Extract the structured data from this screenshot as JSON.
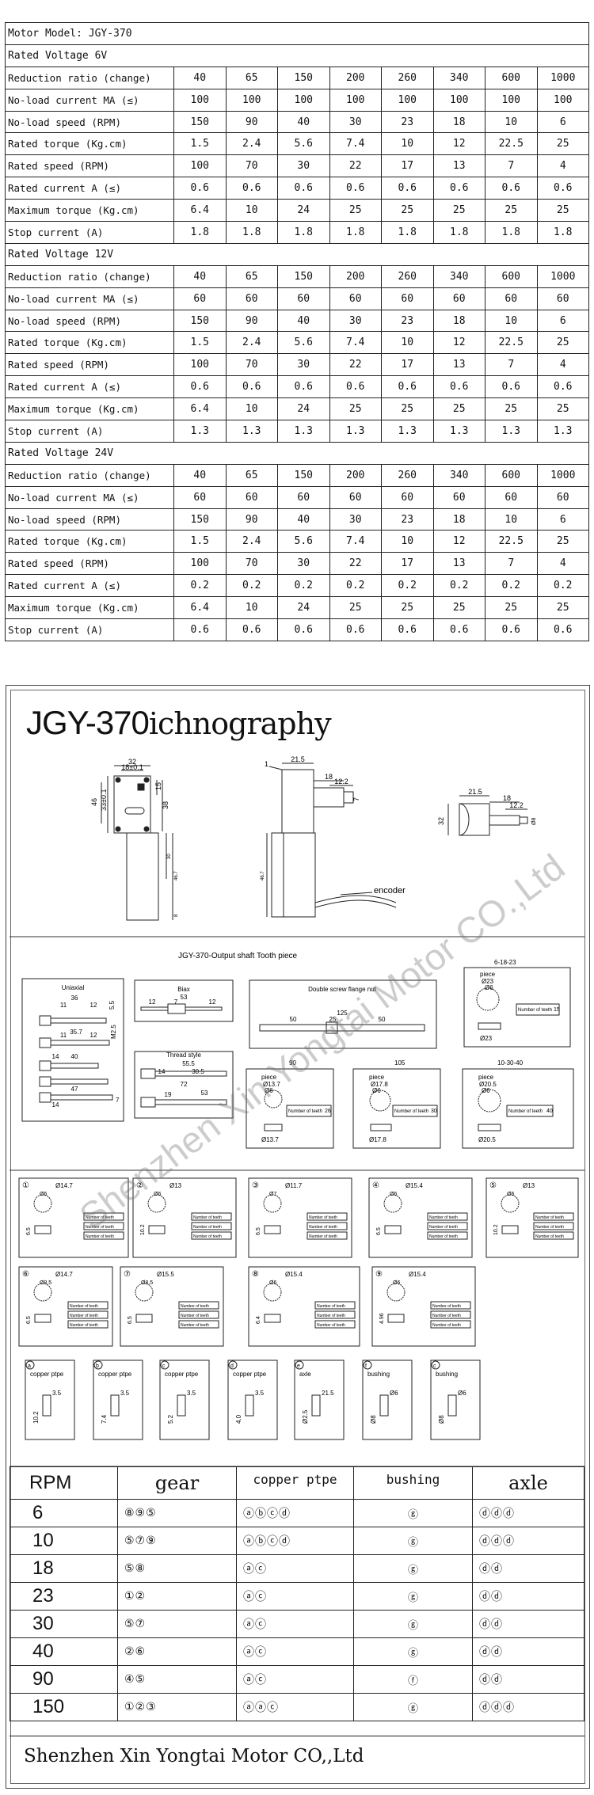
{
  "spec": {
    "model": "Motor Model: JGY-370",
    "ratios": [
      "40",
      "65",
      "150",
      "200",
      "260",
      "340",
      "600",
      "1000"
    ],
    "labels": {
      "ratio": "Reduction ratio (change)",
      "noload_current": "No-load current MA (≤)",
      "noload_speed": "No-load speed (RPM)",
      "rated_torque": "Rated torque (Kg.cm)",
      "rated_speed": "Rated speed (RPM)",
      "rated_current": "Rated current A (≤)",
      "max_torque": "Maximum torque (Kg.cm)",
      "stop_current": "Stop current (A)"
    },
    "sections": [
      {
        "title": "Rated Voltage 6V",
        "noload_current": [
          "100",
          "100",
          "100",
          "100",
          "100",
          "100",
          "100",
          "100"
        ],
        "noload_speed": [
          "150",
          "90",
          "40",
          "30",
          "23",
          "18",
          "10",
          "6"
        ],
        "rated_torque": [
          "1.5",
          "2.4",
          "5.6",
          "7.4",
          "10",
          "12",
          "22.5",
          "25"
        ],
        "rated_speed": [
          "100",
          "70",
          "30",
          "22",
          "17",
          "13",
          "7",
          "4"
        ],
        "rated_current": [
          "0.6",
          "0.6",
          "0.6",
          "0.6",
          "0.6",
          "0.6",
          "0.6",
          "0.6"
        ],
        "max_torque": [
          "6.4",
          "10",
          "24",
          "25",
          "25",
          "25",
          "25",
          "25"
        ],
        "stop_current": [
          "1.8",
          "1.8",
          "1.8",
          "1.8",
          "1.8",
          "1.8",
          "1.8",
          "1.8"
        ]
      },
      {
        "title": "Rated Voltage 12V",
        "noload_current": [
          "60",
          "60",
          "60",
          "60",
          "60",
          "60",
          "60",
          "60"
        ],
        "noload_speed": [
          "150",
          "90",
          "40",
          "30",
          "23",
          "18",
          "10",
          "6"
        ],
        "rated_torque": [
          "1.5",
          "2.4",
          "5.6",
          "7.4",
          "10",
          "12",
          "22.5",
          "25"
        ],
        "rated_speed": [
          "100",
          "70",
          "30",
          "22",
          "17",
          "13",
          "7",
          "4"
        ],
        "rated_current": [
          "0.6",
          "0.6",
          "0.6",
          "0.6",
          "0.6",
          "0.6",
          "0.6",
          "0.6"
        ],
        "max_torque": [
          "6.4",
          "10",
          "24",
          "25",
          "25",
          "25",
          "25",
          "25"
        ],
        "stop_current": [
          "1.3",
          "1.3",
          "1.3",
          "1.3",
          "1.3",
          "1.3",
          "1.3",
          "1.3"
        ]
      },
      {
        "title": "Rated Voltage 24V",
        "noload_current": [
          "60",
          "60",
          "60",
          "60",
          "60",
          "60",
          "60",
          "60"
        ],
        "noload_speed": [
          "150",
          "90",
          "40",
          "30",
          "23",
          "18",
          "10",
          "6"
        ],
        "rated_torque": [
          "1.5",
          "2.4",
          "5.6",
          "7.4",
          "10",
          "12",
          "22.5",
          "25"
        ],
        "rated_speed": [
          "100",
          "70",
          "30",
          "22",
          "17",
          "13",
          "7",
          "4"
        ],
        "rated_current": [
          "0.2",
          "0.2",
          "0.2",
          "0.2",
          "0.2",
          "0.2",
          "0.2",
          "0.2"
        ],
        "max_torque": [
          "6.4",
          "10",
          "24",
          "25",
          "25",
          "25",
          "25",
          "25"
        ],
        "stop_current": [
          "0.6",
          "0.6",
          "0.6",
          "0.6",
          "0.6",
          "0.6",
          "0.6",
          "0.6"
        ]
      }
    ]
  },
  "drawing": {
    "title_main": "JGY-370",
    "title_suffix": "ichnography",
    "encoder": "encoder",
    "dims_front": {
      "w32": "32",
      "w18": "18±0.1",
      "h46": "46",
      "h33": "33±0.1",
      "h38": "38",
      "h15": "15",
      "h30": "30",
      "h467": "46.7",
      "h8": "8"
    },
    "dims_side": {
      "d215": "21.5",
      "d18": "18",
      "d122": "12.2",
      "d7": "7",
      "d1": "1",
      "d467": "46.7"
    },
    "dims_right": {
      "d215": "21.5",
      "d18": "18",
      "d122": "12.2",
      "d32": "32",
      "d8": "Ø8"
    },
    "section_title": "JGY-370-Output shaft   Tooth piece",
    "uniaxial": "Uniaxial",
    "biax": "Biax",
    "thread_style": "Thread style",
    "double_screw": "Double screw flange nut",
    "piece": "piece",
    "number_of_teeth": "Number of teeth",
    "groups": {
      "g1": "6-18-23",
      "g2": "90",
      "g3": "105",
      "g4": "10-30-40"
    },
    "teeth": {
      "t15": "15",
      "t26": "26",
      "t30": "30",
      "t40": "40"
    },
    "uni_dims": [
      "36",
      "11",
      "12",
      "5.5",
      "35.7",
      "11",
      "12",
      "M2.5",
      "14",
      "40",
      "47",
      "14",
      "7"
    ],
    "biax_dims": [
      "53",
      "12",
      "7",
      "12"
    ],
    "thread_dims": [
      "55.5",
      "14",
      "30.5",
      "72",
      "19",
      "53"
    ],
    "flange_dims": [
      "125",
      "25",
      "50",
      "50"
    ],
    "piece_dims": {
      "p1": [
        "Ø23",
        "Ø6",
        "Ø23"
      ],
      "p2": [
        "Ø13.7",
        "Ø6",
        "Ø13.7"
      ],
      "p3": [
        "Ø17.8",
        "Ø6",
        "Ø17.8"
      ],
      "p4": [
        "Ø20.5",
        "Ø6",
        "Ø20.5"
      ]
    },
    "gears": [
      {
        "num": "①",
        "d": "Ø14.7",
        "h": "6.5",
        "b": "Ø6"
      },
      {
        "num": "②",
        "d": "Ø13",
        "h": "10.2",
        "b": "Ø6"
      },
      {
        "num": "③",
        "d": "Ø11.7",
        "h": "6.5",
        "b": "Ø7"
      },
      {
        "num": "④",
        "d": "Ø15.4",
        "h": "6.5",
        "b": "Ø6"
      },
      {
        "num": "⑤",
        "d": "Ø13",
        "h": "10.2",
        "b": "Ø6"
      },
      {
        "num": "⑥",
        "d": "Ø14.7",
        "h": "6.5",
        "b": "Ø8.5"
      },
      {
        "num": "⑦",
        "d": "Ø15.5",
        "h": "6.5",
        "b": "Ø8.5"
      },
      {
        "num": "⑧",
        "d": "Ø15.4",
        "h": "6.4",
        "b": "Ø6"
      },
      {
        "num": "⑨",
        "d": "Ø15.4",
        "h": "4.96",
        "b": "Ø6"
      }
    ],
    "parts": [
      {
        "tag": "a",
        "label": "copper ptpe",
        "d": "10.2",
        "h": "3.5"
      },
      {
        "tag": "b",
        "label": "copper ptpe",
        "d": "7.4",
        "h": "3.5"
      },
      {
        "tag": "c",
        "label": "copper ptpe",
        "d": "5.2",
        "h": "3.5"
      },
      {
        "tag": "d",
        "label": "copper ptpe",
        "d": "4.0",
        "h": "3.5"
      },
      {
        "tag": "e",
        "label": "axle",
        "d": "Ø2.5",
        "h": "21.5"
      },
      {
        "tag": "f",
        "label": "bushing",
        "d": "Ø8",
        "h": "Ø6"
      },
      {
        "tag": "c",
        "label": "bushing",
        "d": "Ø8",
        "h": "Ø6"
      }
    ],
    "watermark": "Shenzhen Xin Yongtai Motor CO.,Ltd"
  },
  "rpm_table": {
    "headers": {
      "rpm": "RPM",
      "gear": "gear",
      "copper": "copper ptpe",
      "bushing": "bushing",
      "axle": "axle"
    },
    "rows": [
      {
        "rpm": "6",
        "gear": "⑧⑨⑤",
        "copper": "ⓐⓑⓒⓓ",
        "bushing": "ⓖ",
        "axle": "ⓓⓓⓓ"
      },
      {
        "rpm": "10",
        "gear": "⑤⑦⑨",
        "copper": "ⓐⓑⓒⓓ",
        "bushing": "ⓖ",
        "axle": "ⓓⓓⓓ"
      },
      {
        "rpm": "18",
        "gear": "⑤⑧",
        "copper": "ⓐⓒ",
        "bushing": "ⓖ",
        "axle": "ⓓⓓ"
      },
      {
        "rpm": "23",
        "gear": "①②",
        "copper": "ⓐⓒ",
        "bushing": "ⓖ",
        "axle": "ⓓⓓ"
      },
      {
        "rpm": "30",
        "gear": "⑤⑦",
        "copper": "ⓐⓒ",
        "bushing": "ⓖ",
        "axle": "ⓓⓓ"
      },
      {
        "rpm": "40",
        "gear": "②⑥",
        "copper": "ⓐⓒ",
        "bushing": "ⓖ",
        "axle": "ⓓⓓ"
      },
      {
        "rpm": "90",
        "gear": "④⑤",
        "copper": "ⓐⓒ",
        "bushing": "ⓕ",
        "axle": "ⓓⓓ"
      },
      {
        "rpm": "150",
        "gear": "①②③",
        "copper": "ⓐⓐⓒ",
        "bushing": "ⓖ",
        "axle": "ⓓⓓⓓ"
      }
    ],
    "footer": "Shenzhen Xin Yongtai Motor CO,,Ltd"
  }
}
